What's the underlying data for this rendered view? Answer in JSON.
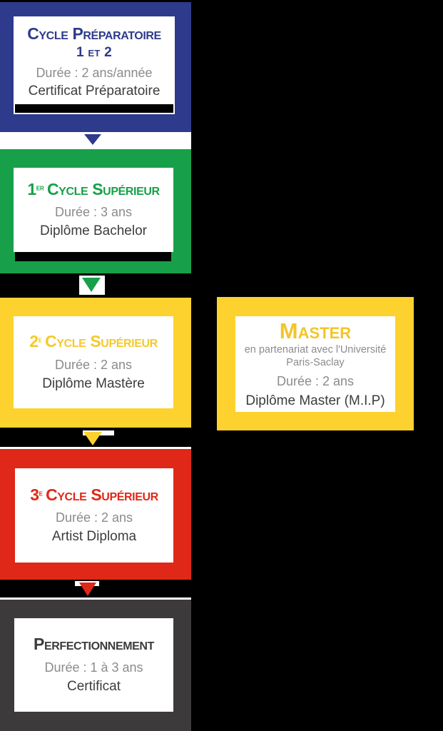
{
  "background_color": "#000000",
  "text_colors": {
    "duration": "#8b8b8b",
    "diploma": "#3d3d3c"
  },
  "boxes": [
    {
      "name": "cycle-preparatoire",
      "color": "#2e3a8c",
      "title_color": "#2e3a8c",
      "title": "Cycle Préparatoire",
      "title_line2": "1 et 2",
      "duration": "Durée : 2 ans/année",
      "diploma": "Certificat Préparatoire"
    },
    {
      "name": "1er-cycle-superieur",
      "color": "#17a049",
      "title_color": "#17a049",
      "title_num": "1",
      "title_sup": "er",
      "title": "Cycle Supérieur",
      "duration": "Durée : 3 ans",
      "diploma": "Diplôme Bachelor"
    },
    {
      "name": "2e-cycle-superieur",
      "color": "#fdd22f",
      "title_color": "#f4c92c",
      "title_num": "2",
      "title_sup": "e",
      "title": "Cycle Supérieur",
      "duration": "Durée : 2 ans",
      "diploma": "Diplôme Mastère"
    },
    {
      "name": "3e-cycle-superieur",
      "color": "#df2817",
      "title_color": "#df2817",
      "title_num": "3",
      "title_sup": "e",
      "title": "Cycle Supérieur",
      "duration": "Durée : 2 ans",
      "diploma": "Artist Diploma"
    },
    {
      "name": "perfectionnement",
      "color": "#3d3a3b",
      "title_color": "#3c3b3b",
      "title": "Perfectionnement",
      "duration": "Durée : 1 à 3 ans",
      "diploma": "Certificat"
    }
  ],
  "master_box": {
    "name": "master",
    "color": "#fdd22f",
    "title_color": "#f2c52b",
    "title": "Master",
    "partnership_line1": "en partenariat avec l'Université",
    "partnership_line2": "Paris-Saclay",
    "duration": "Durée : 2 ans",
    "diploma": "Diplôme Master (M.I.P)"
  },
  "arrows": [
    {
      "name": "arrow-to-1er-cycle",
      "color": "#2e3a8c"
    },
    {
      "name": "arrow-to-2e-cycle",
      "color": "#17a049"
    },
    {
      "name": "arrow-to-3e-cycle",
      "color": "#fdd22f"
    },
    {
      "name": "arrow-to-perfectionnement",
      "color": "#df2817"
    }
  ]
}
